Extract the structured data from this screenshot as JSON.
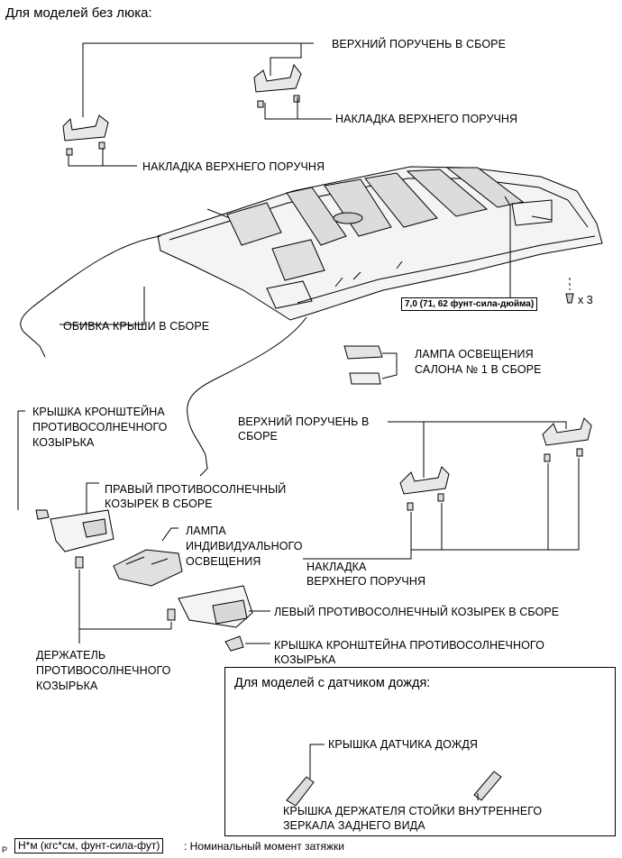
{
  "title": "Для моделей без люка:",
  "labels": {
    "upper_grip_assy_1": "ВЕРХНИЙ ПОРУЧЕНЬ В СБОРЕ",
    "upper_grip_cover_1": "НАКЛАДКА ВЕРХНЕГО ПОРУЧНЯ",
    "upper_grip_cover_2": "НАКЛАДКА ВЕРХНЕГО ПОРУЧНЯ",
    "roof_headlining": "ОБИВКА КРЫШИ В СБОРЕ",
    "room_lamp_1": "ЛАМПА ОСВЕЩЕНИЯ",
    "room_lamp_2": "САЛОНА № 1 В СБОРЕ",
    "visor_bracket_cover_1": "КРЫШКА КРОНШТЕЙНА",
    "visor_bracket_cover_2": "ПРОТИВОСОЛНЕЧНОГО",
    "visor_bracket_cover_3": "КОЗЫРЬКА",
    "upper_grip_assy_2a": "ВЕРХНИЙ ПОРУЧЕНЬ В",
    "upper_grip_assy_2b": "СБОРЕ",
    "right_visor_1": "ПРАВЫЙ ПРОТИВОСОЛНЕЧНЫЙ",
    "right_visor_2": "КОЗЫРЕК В СБОРЕ",
    "personal_lamp_1": "ЛАМПА",
    "personal_lamp_2": "ИНДИВИДУАЛЬНОГО",
    "personal_lamp_3": "ОСВЕЩЕНИЯ",
    "grip_cover_3a": "НАКЛАДКА",
    "grip_cover_3b": "ВЕРХНЕГО ПОРУЧНЯ",
    "left_visor": "ЛЕВЫЙ ПРОТИВОСОЛНЕЧНЫЙ КОЗЫРЕК В СБОРЕ",
    "visor_bracket_cover_b1": "КРЫШКА КРОНШТЕЙНА ПРОТИВОСОЛНЕЧНОГО",
    "visor_bracket_cover_b2": "КОЗЫРЬКА",
    "visor_holder_1": "ДЕРЖАТЕЛЬ",
    "visor_holder_2": "ПРОТИВОСОЛНЕЧНОГО",
    "visor_holder_3": "КОЗЫРЬКА"
  },
  "torque": "7,0 (71, 62 фунт-сила-дюйма)",
  "clip_count": "x 3",
  "rain_sensor": {
    "title": "Для моделей с датчиком дождя:",
    "sensor_cover": "КРЫШКА ДАТЧИКА ДОЖДЯ",
    "mirror_cover_1": "КРЫШКА ДЕРЖАТЕЛЯ СТОЙКИ ВНУТРЕННЕГО",
    "mirror_cover_2": "ЗЕРКАЛА ЗАДНЕГО ВИДА"
  },
  "legend": {
    "unit": "Н*м (кгс*см, фунт-сила-фут)",
    "desc": ": Номинальный момент затяжки",
    "mark": "P"
  }
}
